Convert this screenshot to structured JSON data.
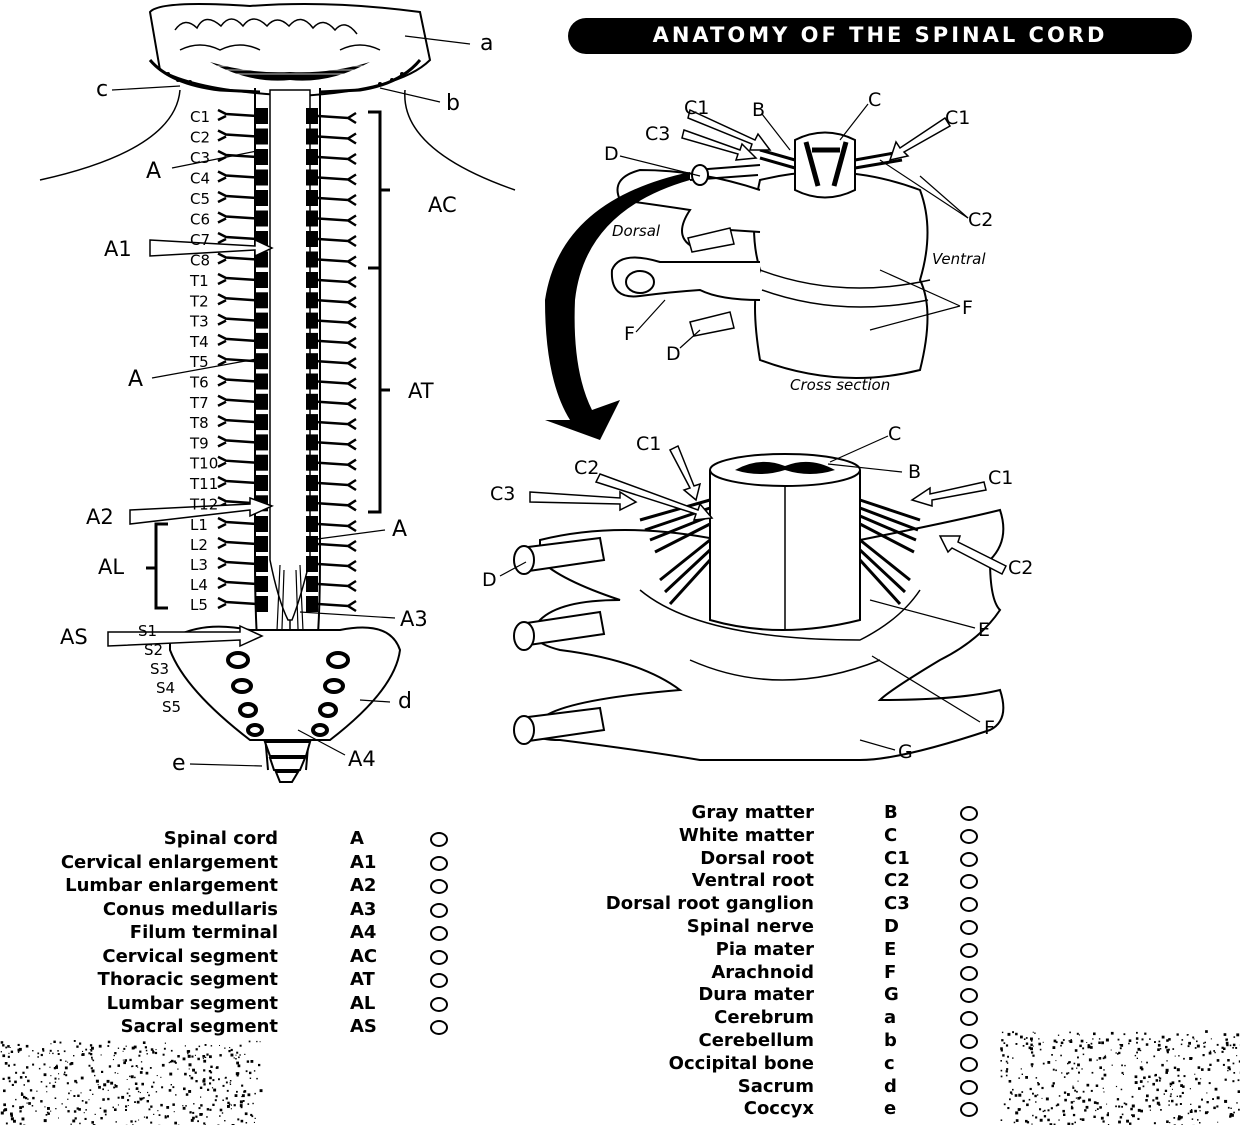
{
  "title": "ANATOMY OF THE SPINAL CORD",
  "spine_labels": {
    "cervical": [
      "C1",
      "C2",
      "C3",
      "C4",
      "C5",
      "C6",
      "C7",
      "C8"
    ],
    "thoracic": [
      "T1",
      "T2",
      "T3",
      "T4",
      "T5",
      "T6",
      "T7",
      "T8",
      "T9",
      "T10",
      "T11",
      "T12"
    ],
    "lumbar": [
      "L1",
      "L2",
      "L3",
      "L4",
      "L5"
    ],
    "sacral": [
      "S1",
      "S2",
      "S3",
      "S4",
      "S5"
    ]
  },
  "spine_callouts": {
    "a": "a",
    "b": "b",
    "c": "c",
    "d": "d",
    "e": "e",
    "A_top": "A",
    "A_mid": "A",
    "A_right": "A",
    "A1": "A1",
    "A2": "A2",
    "A3": "A3",
    "A4": "A4",
    "AC": "AC",
    "AT": "AT",
    "AL": "AL",
    "AS": "AS"
  },
  "top_detail": {
    "C1_left": "C1",
    "B": "B",
    "C": "C",
    "C1_right": "C1",
    "C3": "C3",
    "D_top": "D",
    "C2": "C2",
    "dorsal": "Dorsal",
    "ventral": "Ventral",
    "F_right": "F",
    "F_left": "F",
    "D_bottom": "D",
    "cross_section": "Cross section"
  },
  "bottom_detail": {
    "C1_left": "C1",
    "C": "C",
    "C2_left": "C2",
    "B": "B",
    "C1_right": "C1",
    "C3": "C3",
    "D": "D",
    "C2_right": "C2",
    "E": "E",
    "F": "F",
    "G": "G"
  },
  "legend_left": [
    {
      "name": "Spinal cord",
      "code": "A"
    },
    {
      "name": "Cervical enlargement",
      "code": "A1"
    },
    {
      "name": "Lumbar enlargement",
      "code": "A2"
    },
    {
      "name": "Conus medullaris",
      "code": "A3"
    },
    {
      "name": "Filum terminal",
      "code": "A4"
    },
    {
      "name": "Cervical segment",
      "code": "AC"
    },
    {
      "name": "Thoracic segment",
      "code": "AT"
    },
    {
      "name": "Lumbar segment",
      "code": "AL"
    },
    {
      "name": "Sacral segment",
      "code": "AS"
    }
  ],
  "legend_right": [
    {
      "name": "Gray matter",
      "code": "B"
    },
    {
      "name": "White matter",
      "code": "C"
    },
    {
      "name": "Dorsal root",
      "code": "C1"
    },
    {
      "name": "Ventral root",
      "code": "C2"
    },
    {
      "name": "Dorsal root ganglion",
      "code": "C3"
    },
    {
      "name": "Spinal nerve",
      "code": "D"
    },
    {
      "name": "Pia mater",
      "code": "E"
    },
    {
      "name": "Arachnoid",
      "code": "F"
    },
    {
      "name": "Dura mater",
      "code": "G"
    },
    {
      "name": "Cerebrum",
      "code": "a"
    },
    {
      "name": "Cerebellum",
      "code": "b"
    },
    {
      "name": "Occipital bone",
      "code": "c"
    },
    {
      "name": "Sacrum",
      "code": "d"
    },
    {
      "name": "Coccyx",
      "code": "e"
    }
  ]
}
